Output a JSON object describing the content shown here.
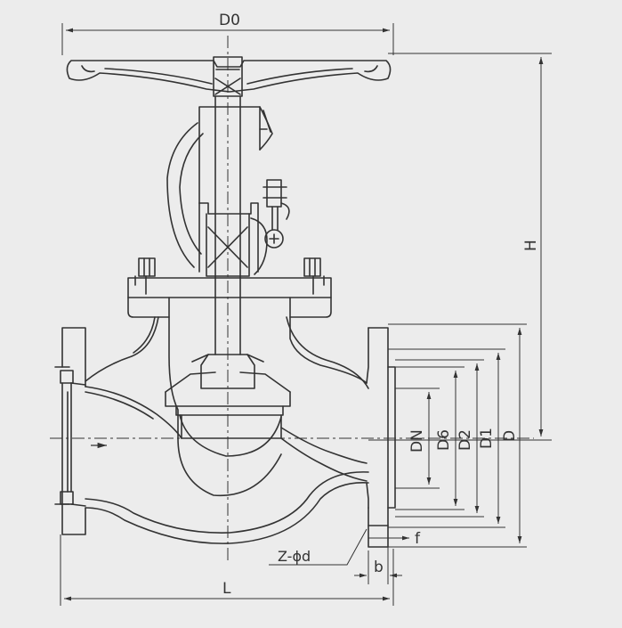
{
  "diagram": {
    "labels": {
      "d0": "D0",
      "h": "H",
      "dn": "DN",
      "d6": "D6",
      "d2": "D2",
      "d1": "D1",
      "d": "D",
      "f": "f",
      "z_phi_d": "Z-ϕd",
      "b": "b",
      "l": "L"
    },
    "colors": {
      "background": "#ececec",
      "line": "#333333"
    }
  }
}
